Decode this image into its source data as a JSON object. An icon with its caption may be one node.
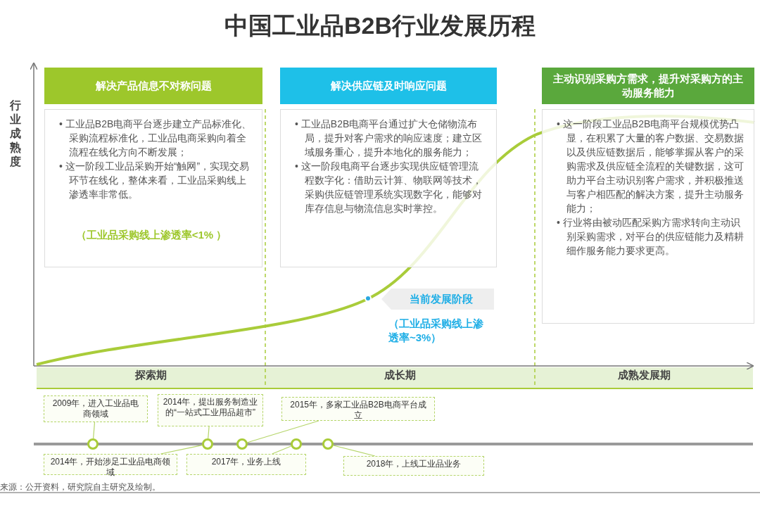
{
  "diagram": {
    "title": "中国工业品B2B行业发展历程",
    "nodes": [
      {
        "text": [
          "解决产品信息不对称问题"
        ]
      },
      {
        "text": [
          "• 工业品B2B电商平台逐步建立产品标准化、采购流程标准化，工业品电商采购向着全流程在线化方向不断发展；",
          "• 这一阶段工业品采购开始“触网”，实现交易环节在线化，整体来看，工业品采购线上渗透率非常低。",
          "（工业品采购线上渗透率<1% ）"
        ]
      },
      {
        "text": [
          "解决供应链及时响应问题"
        ]
      },
      {
        "text": [
          "• 工业品B2B电商平台通过扩大仓储物流布局，提升对客户需求的响应速度；建立区域服务重心，提升本地化的服务能力；",
          "• 这一阶段电商平台逐步实现供应链管理流程数字化：借助云计算、物联网等技术，采购供应链管理系统实现数字化，能够对库存信息与物流信息实时掌控。"
        ]
      },
      {
        "text": [
          "主动识别采购方需求，提升对采购方的主动服务能力"
        ]
      },
      {
        "text": [
          "• 这一阶段工业品B2B电商平台规模优势凸显，在积累了大量的客户数据、交易数据以及供应链数据后，能够掌握从客户的采购需求及供应链全流程的关键数据，这可助力平台主动识别客户需求，并积极推送与客户相匹配的解决方案，提升主动服务能力；",
          "• 行业将由被动匹配采购方需求转向主动识别采购需求，对平台的供应链能力及精耕细作服务能力要求更高。"
        ]
      },
      {
        "text": [
          "当前发展阶段"
        ],
        "beside": [
          "（工业品采购线上渗透率~3%）"
        ]
      },
      {
        "text": [
          "2009年，进入工业品电商领域"
        ]
      },
      {
        "text": [
          "2014年，提出服务制造业的“一站式工业用品超市”"
        ]
      },
      {
        "text": [
          "2015年，多家工业品B2B电商平台成立"
        ]
      },
      {
        "text": [],
        "shape": "circle"
      },
      {
        "text": [],
        "shape": "circle"
      },
      {
        "text": [],
        "shape": "circle"
      },
      {
        "text": [],
        "shape": "circle"
      },
      {
        "text": [],
        "shape": "circle"
      },
      {
        "text": [
          "2014年，开始涉足工业品电商领域"
        ]
      },
      {
        "text": [
          "2017年，业务上线"
        ]
      },
      {
        "text": [
          "2018年，上线工业品业务"
        ]
      }
    ],
    "edges": [
      {
        "from": 7,
        "to": 10,
        "arrow": "none"
      },
      {
        "from": 8,
        "to": 11,
        "arrow": "none"
      },
      {
        "from": 9,
        "to": 12,
        "arrow": "none"
      },
      {
        "from": 15,
        "to": 11,
        "arrow": "none"
      },
      {
        "from": 16,
        "to": 13,
        "arrow": "none"
      },
      {
        "from": 17,
        "to": 14,
        "arrow": "none"
      }
    ],
    "labels": [
      "行业成熟度",
      "探索期",
      "成长期",
      "成熟发展期",
      "来源：公开资料，研究院自主研究及绘制。"
    ]
  }
}
